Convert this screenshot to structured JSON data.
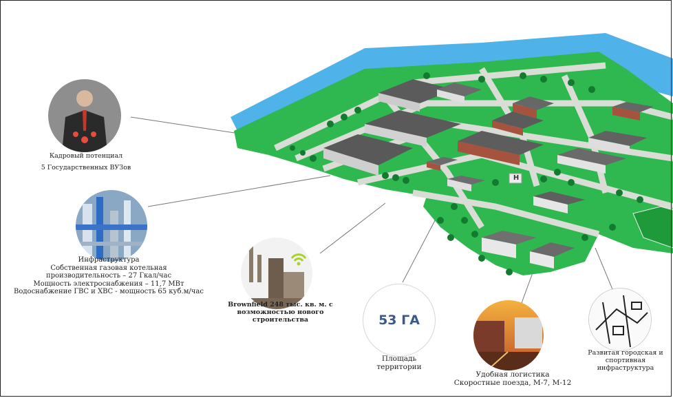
{
  "colors": {
    "grass": "#2fb84f",
    "grass_dark": "#219a3b",
    "road": "#d6dbd3",
    "water": "#4fb3ea",
    "roof": "#5a5a5a",
    "brick": "#a5533f",
    "text": "#222222",
    "accent": "#3d5a86"
  },
  "callouts": {
    "staff": {
      "icon": "business-person-icon",
      "lines": [
        "Кадровый потенциал",
        "5 Государственных ВУЗов"
      ]
    },
    "infrastructure": {
      "icon": "industrial-pipes-icon",
      "lines": [
        "Инфраструктура",
        "Собственная газовая котельная",
        "производительность – 27 Гкал/час",
        "Мощность электроснабжения – 11,7 МВт",
        "Водоснабжение ГВС и ХВС - мощность 65 куб.м/час"
      ]
    },
    "brownfield": {
      "icon": "factory-wifi-icon",
      "lines": [
        "Brownfield 248 тыс. кв. м. с",
        "возможностью нового",
        "строительства"
      ]
    },
    "area": {
      "value": "53 ГА",
      "lines": [
        "Площадь",
        "территории"
      ]
    },
    "logistics": {
      "icon": "train-truck-icon",
      "lines": [
        "Удобная логистика",
        "Скоростные поезда, М-7, М-12"
      ]
    },
    "city": {
      "icon": "city-map-icon",
      "lines": [
        "Развитая городская и",
        "спортивная",
        "инфраструктура"
      ]
    }
  },
  "map": {
    "helipad_label": "H"
  }
}
